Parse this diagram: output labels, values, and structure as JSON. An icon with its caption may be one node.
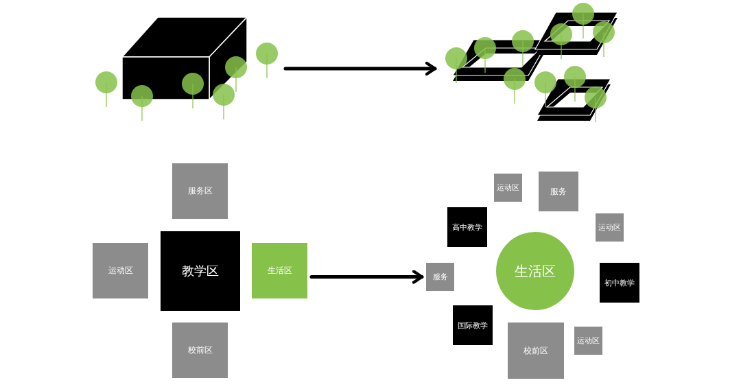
{
  "diagram": {
    "nodes": [
      {
        "text": [],
        "shape": "picture"
      },
      {
        "text": [],
        "shape": "picture"
      },
      {
        "text": [
          "服务区"
        ]
      },
      {
        "text": [
          "运动区"
        ]
      },
      {
        "text": [
          "教学区"
        ]
      },
      {
        "text": [
          "生活区"
        ]
      },
      {
        "text": [
          "校前区"
        ]
      },
      {
        "text": [
          "运动区"
        ]
      },
      {
        "text": [
          "服务"
        ]
      },
      {
        "text": [
          "高中教学"
        ]
      },
      {
        "text": [
          "运动区"
        ]
      },
      {
        "text": [
          "生活区"
        ]
      },
      {
        "text": [
          "服务"
        ]
      },
      {
        "text": [
          "初中教学"
        ]
      },
      {
        "text": [
          "国际教学"
        ]
      },
      {
        "text": [
          "校前区"
        ]
      },
      {
        "text": [
          "运动区"
        ]
      }
    ],
    "edges": [
      {
        "from": 0,
        "to": 1,
        "arrow": "to"
      },
      {
        "from": 5,
        "to": 12,
        "arrow": "to"
      }
    ]
  }
}
